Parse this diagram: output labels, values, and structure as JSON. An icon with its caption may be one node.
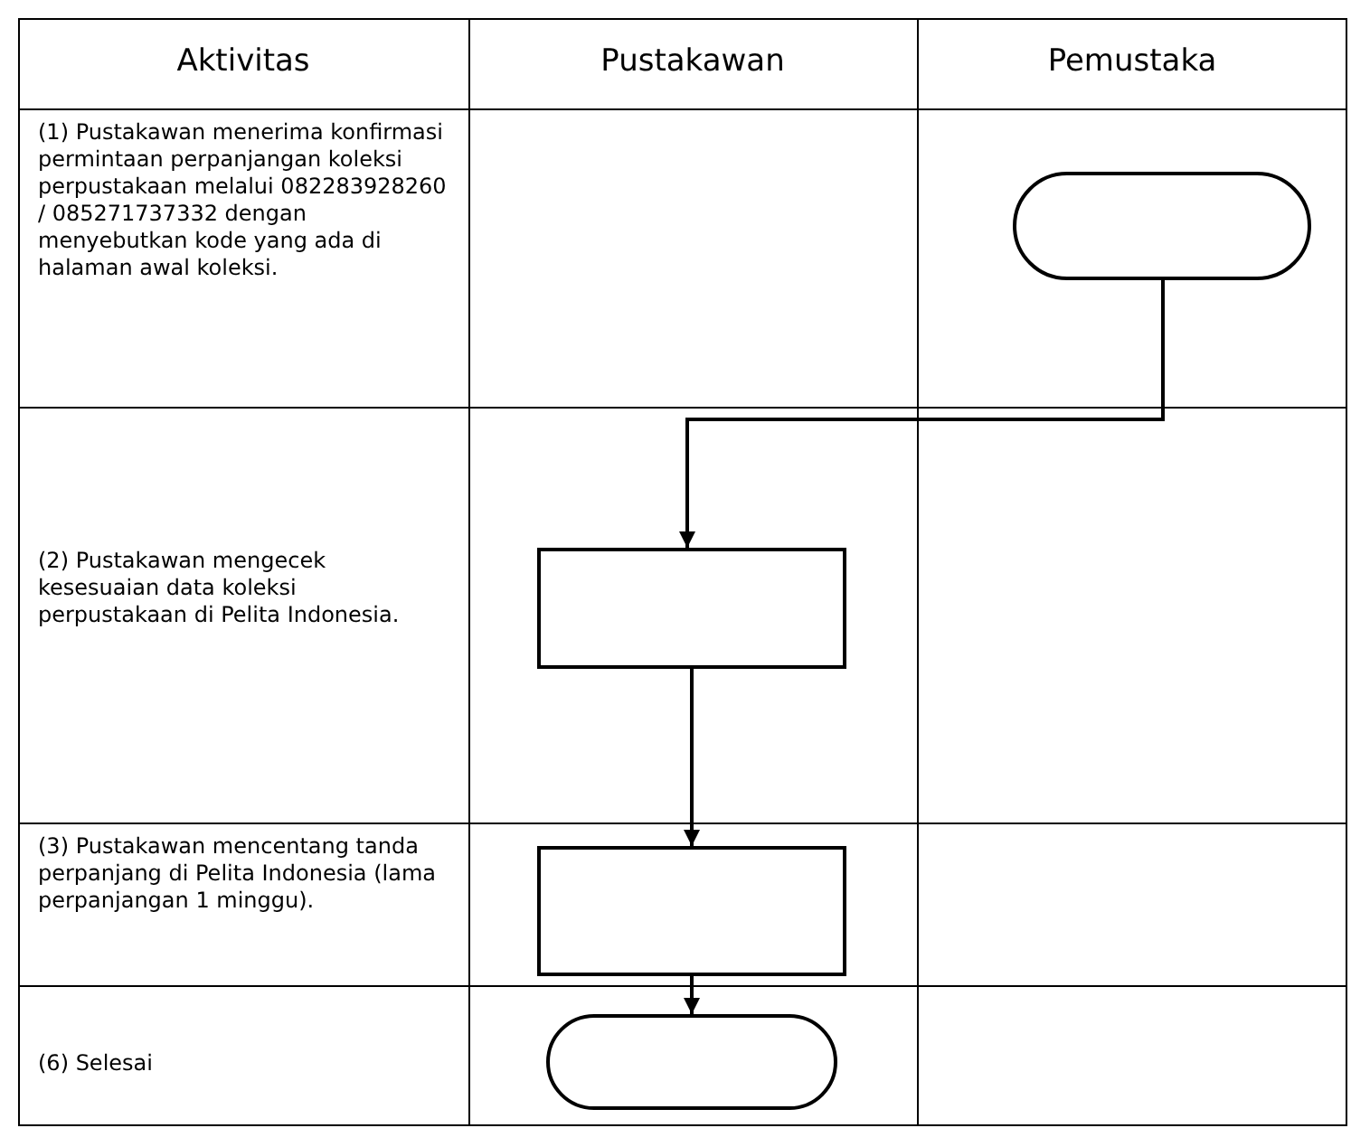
{
  "diagram": {
    "nodes": [
      {
        "text": [],
        "shape": "oval"
      },
      {
        "text": [],
        "shape": "box"
      },
      {
        "text": [],
        "shape": "box"
      },
      {
        "text": [],
        "shape": "oval"
      }
    ],
    "edges": [
      {
        "from": 0,
        "to": 1,
        "arrow": "to"
      },
      {
        "from": 1,
        "to": 2,
        "arrow": "to"
      },
      {
        "from": 2,
        "to": 3,
        "arrow": "to"
      }
    ],
    "labels": [
      "Aktivitas",
      "Pustakawan",
      "Pemustaka",
      "(1) Pustakawan menerima konfirmasi permintaan perpanjangan koleksi perpustakaan melalui 082283928260 / 085271737332 dengan menyebutkan kode yang ada di halaman awal koleksi.",
      "(2) Pustakawan mengecek kesesuaian data koleksi perpustakaan di Pelita Indonesia.",
      "(3) Pustakawan mencentang tanda perpanjang di Pelita Indonesia (lama perpanjangan 1 minggu).",
      "(6) Selesai"
    ]
  }
}
